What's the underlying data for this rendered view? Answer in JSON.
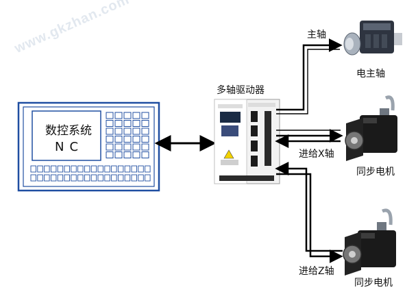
{
  "watermark": "www.gkzhan.com",
  "nc_panel": {
    "title": "数控系统",
    "subtitle": "NC"
  },
  "driver": {
    "title": "多轴驱动器"
  },
  "motors": {
    "spindle": {
      "axis_label": "主轴",
      "name": "电主轴"
    },
    "x": {
      "axis_label": "进给X轴",
      "name": "同步电机"
    },
    "z": {
      "axis_label": "进给Z轴",
      "name": "同步电机"
    }
  },
  "colors": {
    "panel_blue": "#1f4ea1",
    "line": "#000000"
  }
}
